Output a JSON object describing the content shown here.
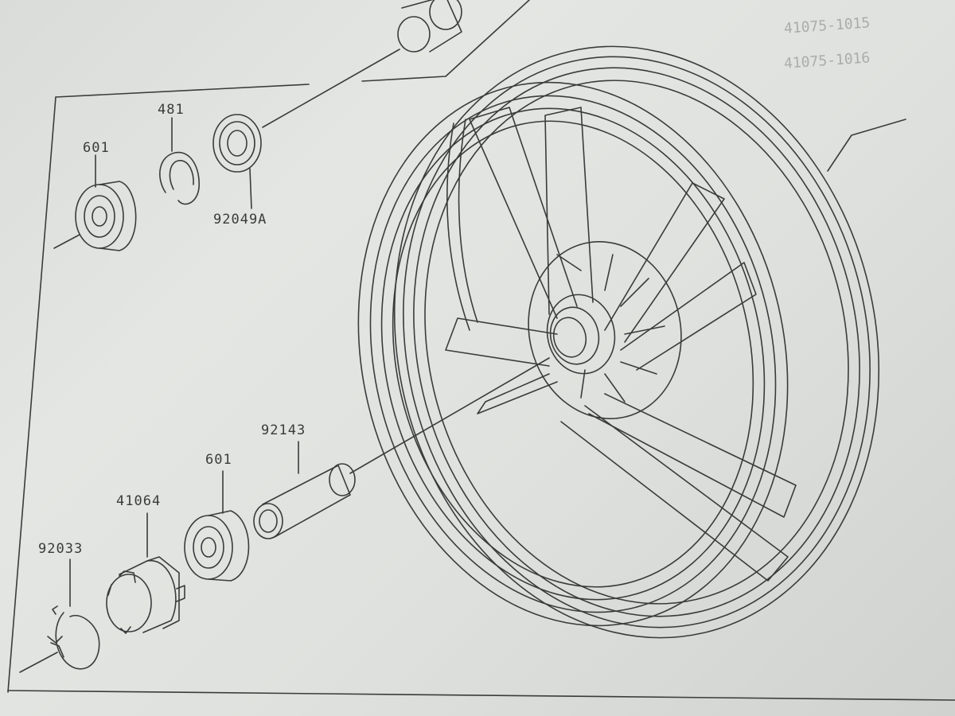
{
  "parts": {
    "p601_top": "601",
    "p481": "481",
    "p92049A": "92049A",
    "p92143": "92143",
    "p601_bottom": "601",
    "p41064": "41064",
    "p92033": "92033"
  },
  "bleed_through": {
    "line1": "41075-1015",
    "line2": "41075-1016"
  },
  "colors": {
    "ink": "#3a3c3c",
    "paper": "#e2e4e1"
  }
}
